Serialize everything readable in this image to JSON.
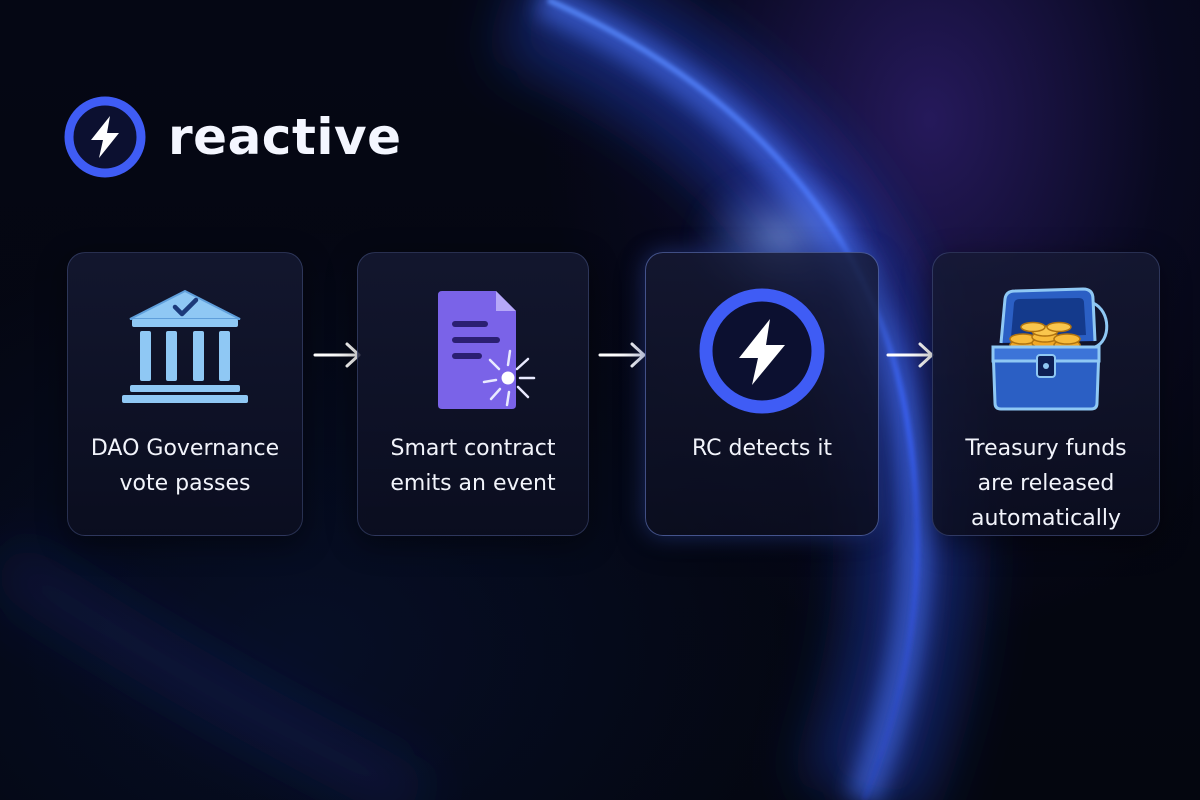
{
  "brand": {
    "name": "reactive",
    "logo_icon": "lightning-bolt-icon"
  },
  "colors": {
    "accent_blue": "#3f5cf5",
    "card_icon_light_blue": "#8fc8f4",
    "document_purple": "#7a63e8",
    "coin_gold": "#f2a826",
    "chest_blue": "#2b5fc4",
    "text": "#f2f4fb"
  },
  "steps": [
    {
      "label": "DAO Governance\nvote passes",
      "icon": "bank-building-icon"
    },
    {
      "label": "Smart contract\nemits an event",
      "icon": "document-event-icon"
    },
    {
      "label": "RC detects it",
      "icon": "lightning-bolt-icon"
    },
    {
      "label": "Treasury funds\nare released\nautomatically",
      "icon": "treasure-chest-icon"
    }
  ],
  "connector_icon": "arrow-right-icon"
}
